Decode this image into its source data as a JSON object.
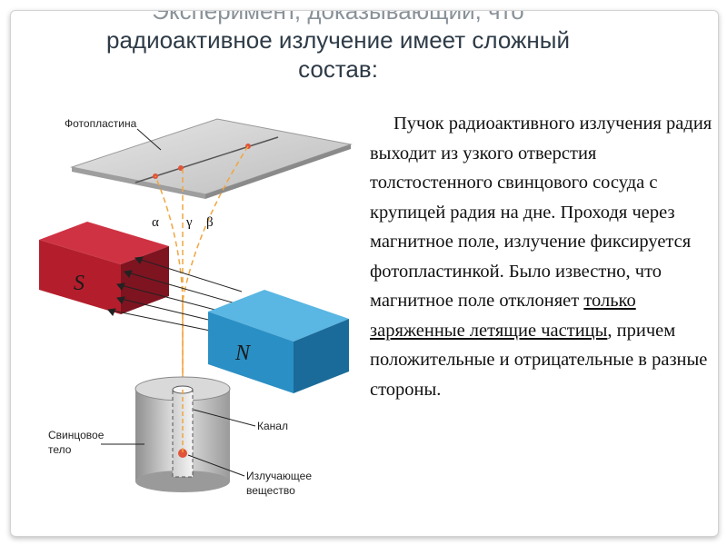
{
  "title": {
    "line1": "Эксперимент, доказывающий, что",
    "line2": "радиоактивное излучение имеет сложный",
    "line3": "состав:"
  },
  "diagram": {
    "labels": {
      "photoplate": "Фотопластина",
      "lead_body_1": "Свинцовое",
      "lead_body_2": "тело",
      "channel": "Канал",
      "source_1": "Излучающее",
      "source_2": "вещество",
      "alpha": "α",
      "gamma": "γ",
      "beta": "β",
      "south": "S",
      "north": "N"
    },
    "colors": {
      "south_magnet": "#b41e2c",
      "north_magnet": "#2a8fc4",
      "rays": "#f0a640",
      "plate": "#c9c9c9",
      "cylinder": "#b5b5b5"
    }
  },
  "body": {
    "text_before": "Пучок радиоактивного излучения радия выходит из узкого отверстия толстостенного свинцового сосуда с крупицей радия на дне. Проходя через магнитное поле, излучение фиксируется фотопластинкой. Было известно, что магнитное поле отклоняет ",
    "text_underlined": "только заряженные летящие частицы",
    "text_after": ", причем положительные и отрицательные в разные стороны."
  }
}
